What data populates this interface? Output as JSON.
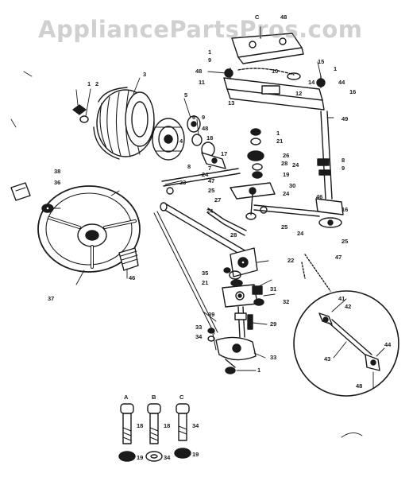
{
  "watermark": "AppliancePartsPros.com",
  "colors": {
    "ink": "#1a1a1a",
    "paper": "#ffffff",
    "watermark": "#969696"
  },
  "callouts": [
    {
      "id": "c-top",
      "label": "C"
    },
    {
      "id": "c48-top",
      "label": "48"
    },
    {
      "id": "c1a",
      "label": "1"
    },
    {
      "id": "c9a",
      "label": "9"
    },
    {
      "id": "c48a",
      "label": "48"
    },
    {
      "id": "c10",
      "label": "10"
    },
    {
      "id": "c15",
      "label": "15"
    },
    {
      "id": "c1b",
      "label": "1"
    },
    {
      "id": "c14",
      "label": "14"
    },
    {
      "id": "c44a",
      "label": "44"
    },
    {
      "id": "c11",
      "label": "11"
    },
    {
      "id": "c12",
      "label": "12"
    },
    {
      "id": "c16",
      "label": "16"
    },
    {
      "id": "c13",
      "label": "13"
    },
    {
      "id": "c1c",
      "label": "1"
    },
    {
      "id": "c2",
      "label": "2"
    },
    {
      "id": "c3",
      "label": "3"
    },
    {
      "id": "c5",
      "label": "5"
    },
    {
      "id": "c6",
      "label": "6"
    },
    {
      "id": "c48b",
      "label": "48"
    },
    {
      "id": "c9b",
      "label": "9"
    },
    {
      "id": "c49a",
      "label": "49"
    },
    {
      "id": "c18",
      "label": "18"
    },
    {
      "id": "c1d",
      "label": "1"
    },
    {
      "id": "c21a",
      "label": "21"
    },
    {
      "id": "c4",
      "label": "4"
    },
    {
      "id": "c17",
      "label": "17"
    },
    {
      "id": "c26",
      "label": "26"
    },
    {
      "id": "c8",
      "label": "8"
    },
    {
      "id": "c7",
      "label": "7"
    },
    {
      "id": "c24a",
      "label": "24"
    },
    {
      "id": "c47a",
      "label": "47"
    },
    {
      "id": "c28a",
      "label": "28"
    },
    {
      "id": "c24b",
      "label": "24"
    },
    {
      "id": "c8b",
      "label": "8"
    },
    {
      "id": "c9c",
      "label": "9"
    },
    {
      "id": "c23",
      "label": "23"
    },
    {
      "id": "c19",
      "label": "19"
    },
    {
      "id": "c30",
      "label": "30"
    },
    {
      "id": "c24c",
      "label": "24"
    },
    {
      "id": "c25a",
      "label": "25"
    },
    {
      "id": "c27",
      "label": "27"
    },
    {
      "id": "c24d",
      "label": "24"
    },
    {
      "id": "c28b",
      "label": "28"
    },
    {
      "id": "c46a",
      "label": "46"
    },
    {
      "id": "c16b",
      "label": "16"
    },
    {
      "id": "c25b",
      "label": "25"
    },
    {
      "id": "c24e",
      "label": "24"
    },
    {
      "id": "c25c",
      "label": "25"
    },
    {
      "id": "c47b",
      "label": "47"
    },
    {
      "id": "c38",
      "label": "38"
    },
    {
      "id": "c36",
      "label": "36"
    },
    {
      "id": "c22",
      "label": "22"
    },
    {
      "id": "c46b",
      "label": "46"
    },
    {
      "id": "c35",
      "label": "35"
    },
    {
      "id": "c21b",
      "label": "21"
    },
    {
      "id": "c31",
      "label": "31"
    },
    {
      "id": "c32",
      "label": "32"
    },
    {
      "id": "c37",
      "label": "37"
    },
    {
      "id": "c39",
      "label": "39"
    },
    {
      "id": "c29",
      "label": "29"
    },
    {
      "id": "c33a",
      "label": "33"
    },
    {
      "id": "c34",
      "label": "34"
    },
    {
      "id": "c33b",
      "label": "33"
    },
    {
      "id": "c1e",
      "label": "1"
    },
    {
      "id": "c41",
      "label": "41"
    },
    {
      "id": "c42",
      "label": "42"
    },
    {
      "id": "c43",
      "label": "43"
    },
    {
      "id": "c44b",
      "label": "44"
    },
    {
      "id": "c48c",
      "label": "48"
    },
    {
      "id": "cA",
      "label": "A"
    },
    {
      "id": "cB",
      "label": "B"
    },
    {
      "id": "cC",
      "label": "C"
    },
    {
      "id": "c18a",
      "label": "18"
    },
    {
      "id": "c18b",
      "label": "18"
    },
    {
      "id": "c34b",
      "label": "34"
    },
    {
      "id": "c19a",
      "label": "19"
    },
    {
      "id": "c34c",
      "label": "34"
    },
    {
      "id": "c19b",
      "label": "19"
    }
  ]
}
